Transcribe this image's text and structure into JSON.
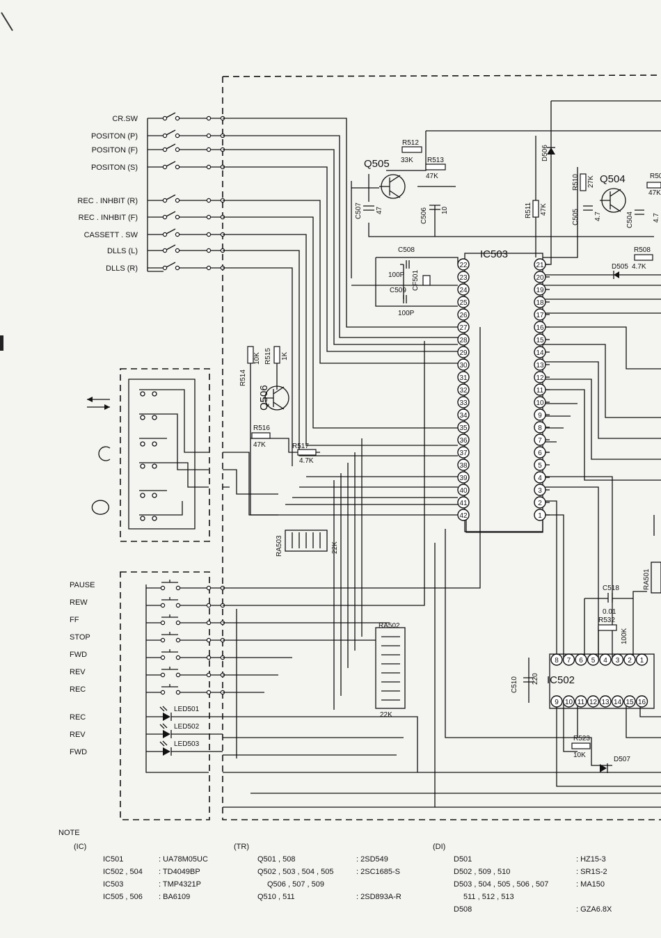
{
  "inputs": [
    "CR.SW",
    "POSITON (P)",
    "POSITON (F)",
    "POSITON (S)",
    "REC . INHBIT (R)",
    "REC . INHBIT (F)",
    "CASSETT . SW",
    "DLLS (L)",
    "DLLS (R)"
  ],
  "keys": [
    "PAUSE",
    "REW",
    "FF",
    "STOP",
    "FWD",
    "REV",
    "REC"
  ],
  "leds": {
    "labels": [
      "REC",
      "REV",
      "FWD"
    ],
    "refs": [
      "LED501",
      "LED502",
      "LED503"
    ]
  },
  "ic503": {
    "name": "IC503",
    "left_pins": [
      "22",
      "23",
      "24",
      "25",
      "26",
      "27",
      "28",
      "29",
      "30",
      "31",
      "32",
      "33",
      "34",
      "35",
      "36",
      "37",
      "38",
      "39",
      "40",
      "41",
      "42"
    ],
    "right_pins": [
      "21",
      "20",
      "19",
      "18",
      "17",
      "16",
      "15",
      "14",
      "13",
      "12",
      "11",
      "10",
      "9",
      "8",
      "7",
      "6",
      "5",
      "4",
      "3",
      "2",
      "1"
    ]
  },
  "ic502": {
    "name": "IC502",
    "top_pins": [
      "8",
      "7",
      "6",
      "5",
      "4",
      "3",
      "2",
      "1"
    ],
    "bottom_pins": [
      "9",
      "10",
      "11",
      "12",
      "13",
      "14",
      "15",
      "16"
    ]
  },
  "parts": {
    "q505": "Q505",
    "q504": "Q504",
    "q506": "Q506",
    "r512": "R512",
    "r512v": "33K",
    "r513": "R513",
    "r513v": "47K",
    "c507": "C507",
    "c507v": "47",
    "c506": "C506",
    "c506v": "10",
    "d506": "D506",
    "r510": "R510",
    "r510v": "27K",
    "r511": "R511",
    "r511v": "47K",
    "c505": "C505",
    "c505v": "4.7",
    "c504": "C504",
    "c504v": "4.7",
    "r50x": "R50",
    "r50xv": "47K",
    "c508": "C508",
    "c508v": "100P",
    "cf501": "CF501",
    "c509": "C509",
    "c509v": "100P",
    "r508": "R508",
    "d505": "D505",
    "d505v": "4.7K",
    "r514": "R514",
    "r514v": "10K",
    "r515": "R515",
    "r515v": "1K",
    "r516": "R516",
    "r516v": "47K",
    "r517": "R517",
    "r517v": "4.7K",
    "ra503": "RA503",
    "ra503v": "22K",
    "ra502": "RA502",
    "ra502v": "22K",
    "ra501": "RA501",
    "c518": "C518",
    "c518v": "0.01",
    "r532": "R532",
    "r532v": "100K",
    "c510": "C510",
    "c510v": "220",
    "r523": "R523",
    "r523v": "10K",
    "d507": "D507"
  },
  "note": {
    "title": "NOTE",
    "ic_head": "(IC)",
    "ic": [
      {
        "ref": "IC501",
        "val": ": UA78M05UC"
      },
      {
        "ref": "IC502 , 504",
        "val": ": TD4049BP"
      },
      {
        "ref": "IC503",
        "val": ": TMP4321P"
      },
      {
        "ref": "IC505 , 506",
        "val": ": BA6109"
      }
    ],
    "tr_head": "(TR)",
    "tr": [
      {
        "ref": "Q501 , 508",
        "val": ": 2SD549"
      },
      {
        "ref": "Q502 , 503 , 504 , 505",
        "val": ": 2SC1685-S"
      },
      {
        "ref": "Q506 , 507 , 509",
        "val": ""
      },
      {
        "ref": "Q510 , 511",
        "val": ": 2SD893A-R"
      }
    ],
    "di_head": "(DI)",
    "di": [
      {
        "ref": "D501",
        "val": ": HZ15-3"
      },
      {
        "ref": "D502 , 509 , 510",
        "val": ": SR1S-2"
      },
      {
        "ref": "D503 , 504 , 505 , 506 , 507",
        "val": ": MA150"
      },
      {
        "ref": "511 , 512 , 513",
        "val": ""
      },
      {
        "ref": "D508",
        "val": ": GZA6.8X"
      }
    ]
  }
}
